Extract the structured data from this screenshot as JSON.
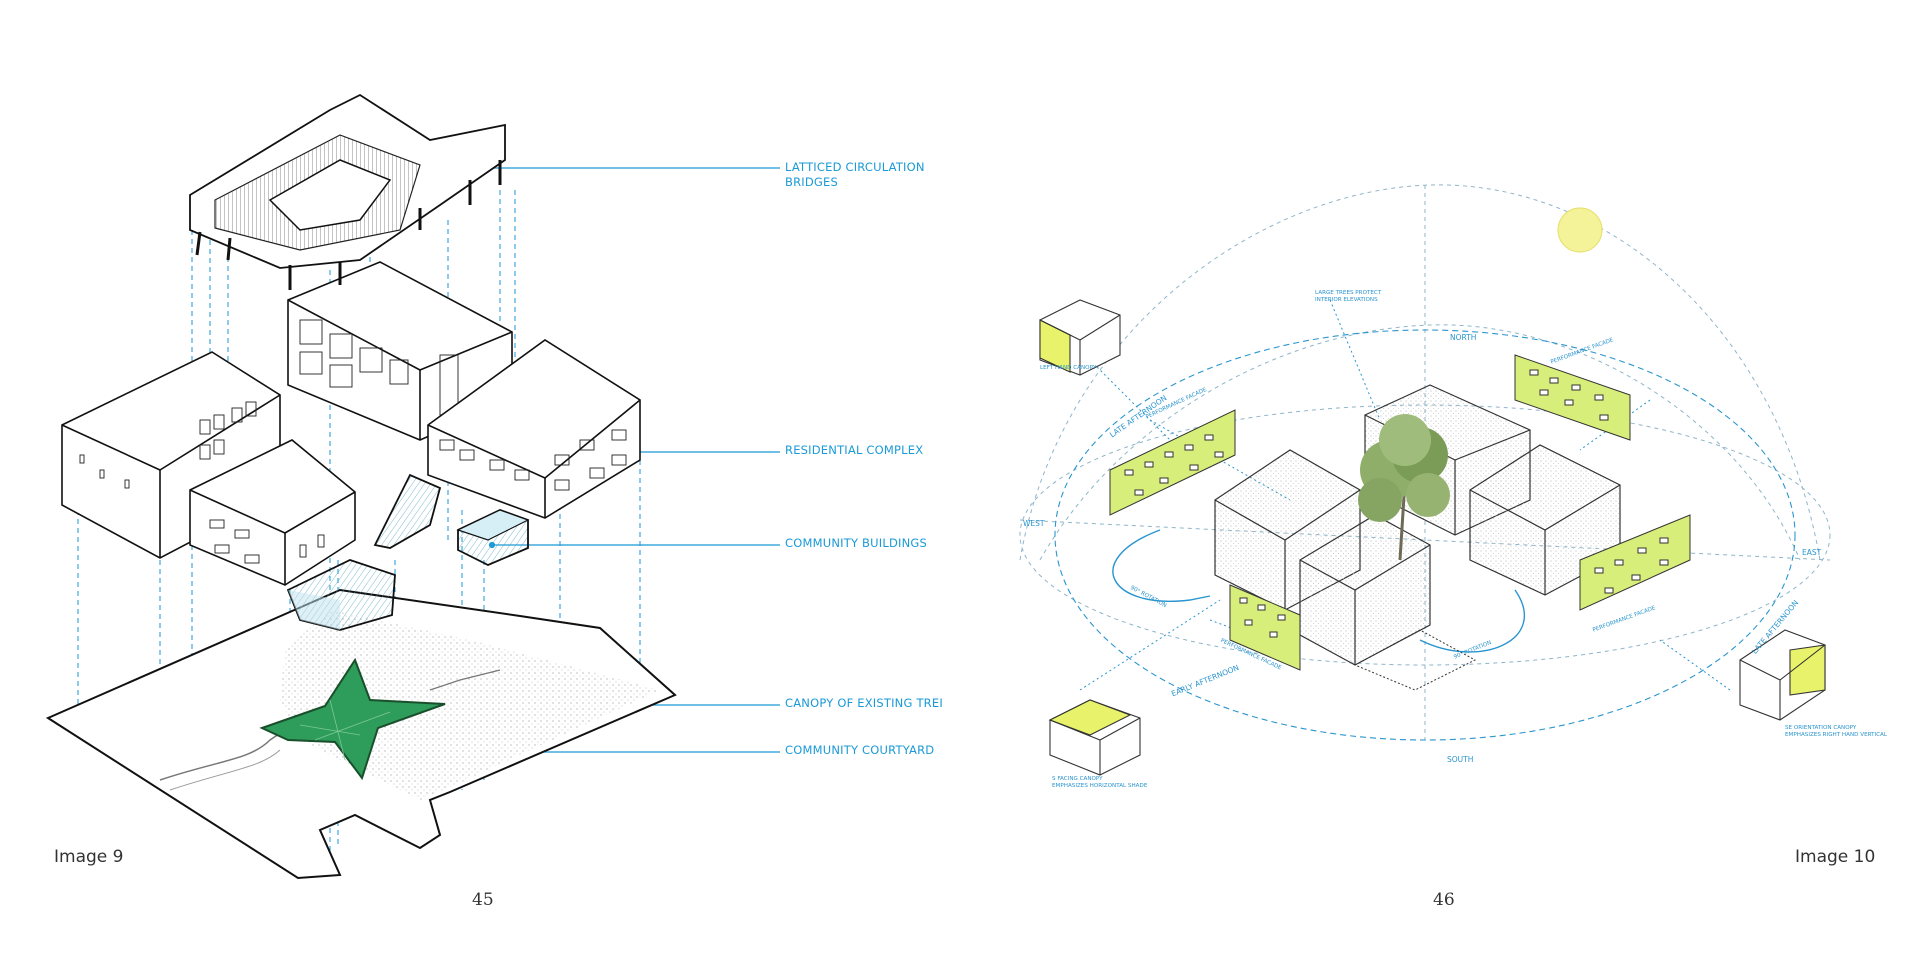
{
  "left_page": {
    "caption": "Image 9",
    "page_number": "45",
    "callouts": {
      "latticed_line1": "LATTICED CIRCULATION",
      "latticed_line2": "BRIDGES",
      "residential": "RESIDENTIAL COMPLEX",
      "community_buildings": "COMMUNITY BUILDINGS",
      "canopy": "CANOPY OF EXISTING TREI",
      "courtyard": "COMMUNITY COURTYARD"
    }
  },
  "right_page": {
    "caption": "Image 10",
    "page_number": "46",
    "orientation": {
      "north": "NORTH",
      "south": "SOUTH",
      "east": "EAST",
      "west": "WEST"
    },
    "arc_labels": {
      "late_afternoon_left": "LATE AFTERNOON",
      "late_afternoon_right": "LATE AFTERNOON",
      "early_afternoon": "EARLY AFTERNOON",
      "rotation_left": "90° ROTATION",
      "rotation_right": "90° ROTATION"
    },
    "notes": {
      "large_trees_1": "LARGE TREES PROTECT",
      "large_trees_2": "INTERIOR ELEVATIONS",
      "left_hand_canopy": "LEFT HAND CANOPY",
      "s_facing_1": "S FACING CANOPY",
      "s_facing_2": "EMPHASIZES HORIZONTAL SHADE",
      "se_orient_1": "SE ORIENTATION CANOPY",
      "se_orient_2": "EMPHASIZES RIGHT HAND VERTICAL"
    },
    "facade_labels": {
      "top_left": "PERFORMANCE FACADE",
      "top_right": "PERFORMANCE FACADE",
      "bottom_left": "PERFORMANCE FACADE",
      "bottom_right": "PERFORMANCE FACADE"
    }
  },
  "colors": {
    "leader_blue": "#1a9ad6",
    "facade_green": "#d8ee7a",
    "canopy_green": "#2e9c5a",
    "sun_yellow": "#f4f39a",
    "glass_blue": "#bfe3ee"
  }
}
